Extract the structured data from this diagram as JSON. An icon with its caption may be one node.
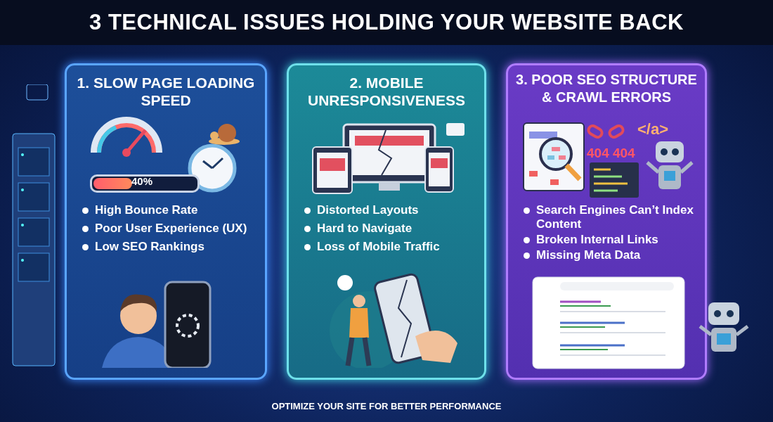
{
  "diagram": {
    "title": "3 TECHNICAL ISSUES HOLDING YOUR WEBSITE BACK",
    "caption": "OPTIMIZE YOUR SITE FOR BETTER PERFORMANCE",
    "nodes": [
      {
        "text": [
          "1. SLOW PAGE LOADING SPEED",
          "High Bounce Rate",
          "Poor User Experience (UX)",
          "Low SEO Rankings"
        ]
      },
      {
        "text": [
          "2. MOBILE UNRESPONSIVENESS",
          "Distorted Layouts",
          "Hard to Navigate",
          "Loss of Mobile Traffic"
        ]
      },
      {
        "text": [
          "3. POOR SEO STRUCTURE & CRAWL ERRORS",
          "Search Engines Can’t Index Content",
          "Broken Internal Links",
          "Missing Meta Data"
        ]
      }
    ],
    "edges": [],
    "labels": [
      "40%",
      "404 404",
      "</a>"
    ]
  }
}
